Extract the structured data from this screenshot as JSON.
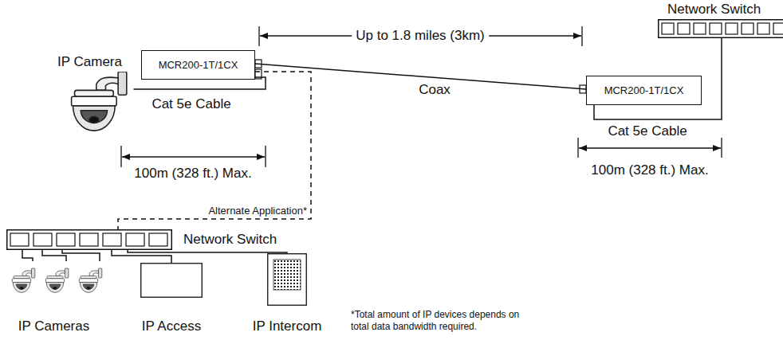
{
  "diagram": {
    "nodes": [
      {
        "text": [
          "IP Camera"
        ]
      },
      {
        "text": [
          "MCR200-1T/1CX"
        ]
      },
      {
        "text": [
          "MCR200-1T/1CX"
        ]
      },
      {
        "text": [
          "Network Switch"
        ]
      },
      {
        "text": [
          "Network Switch"
        ]
      },
      {
        "text": [
          "IP Cameras"
        ]
      },
      {
        "text": [
          "IP Access"
        ]
      },
      {
        "text": [
          "IP Intercom"
        ]
      }
    ],
    "edges": [
      {
        "from": 0,
        "to": 1,
        "arrow": "none",
        "label": "Cat 5e Cable"
      },
      {
        "from": 1,
        "to": 2,
        "arrow": "none",
        "label": "Coax"
      },
      {
        "from": 2,
        "to": 3,
        "arrow": "none",
        "label": "Cat 5e Cable"
      },
      {
        "from": 1,
        "to": 4,
        "arrow": "none",
        "label": "Alternate Application*"
      },
      {
        "from": 4,
        "to": 5,
        "arrow": "none"
      },
      {
        "from": 4,
        "to": 6,
        "arrow": "none"
      },
      {
        "from": 4,
        "to": 7,
        "arrow": "none"
      }
    ],
    "labels": [
      "Up to 1.8 miles (3km)",
      "100m (328 ft.) Max.",
      "100m (328 ft.) Max.",
      "*Total amount of IP devices depends on total data bandwidth required."
    ]
  }
}
